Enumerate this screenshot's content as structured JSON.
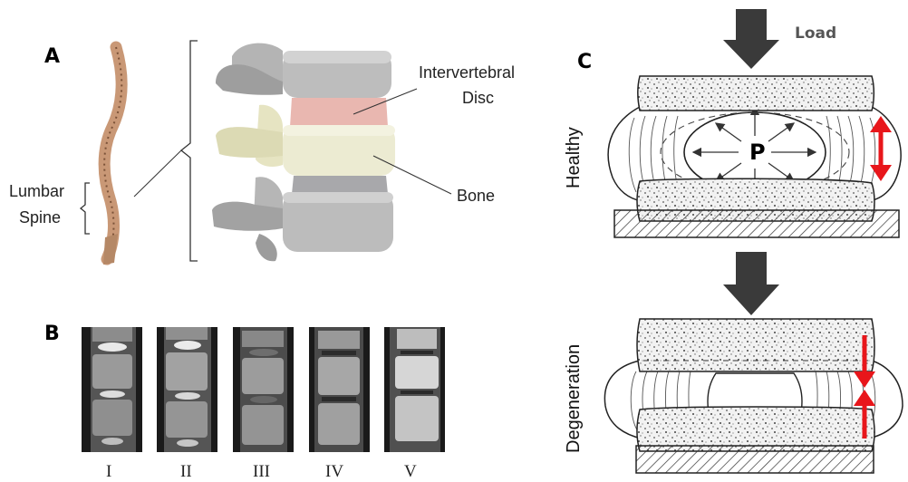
{
  "panels": {
    "a": "A",
    "b": "B",
    "c": "C"
  },
  "labels": {
    "lumbar": "Lumbar",
    "spine": "Spine",
    "intervertebral": "Intervertebral",
    "disc": "Disc",
    "bone": "Bone",
    "load": "Load",
    "pressure": "P",
    "healthy": "Healthy",
    "degeneration": "Degeneration"
  },
  "grades": [
    "I",
    "II",
    "III",
    "IV",
    "V"
  ],
  "colors": {
    "bone_gray": "#b9b9b9",
    "bone_highlight": "#ecebd2",
    "disc_pink": "#e9b7b0",
    "disc_gray": "#a8a8ab",
    "arrow_red": "#e8161b",
    "load_arrow": "#3a3a3a",
    "spine_tone": "#c99876"
  }
}
